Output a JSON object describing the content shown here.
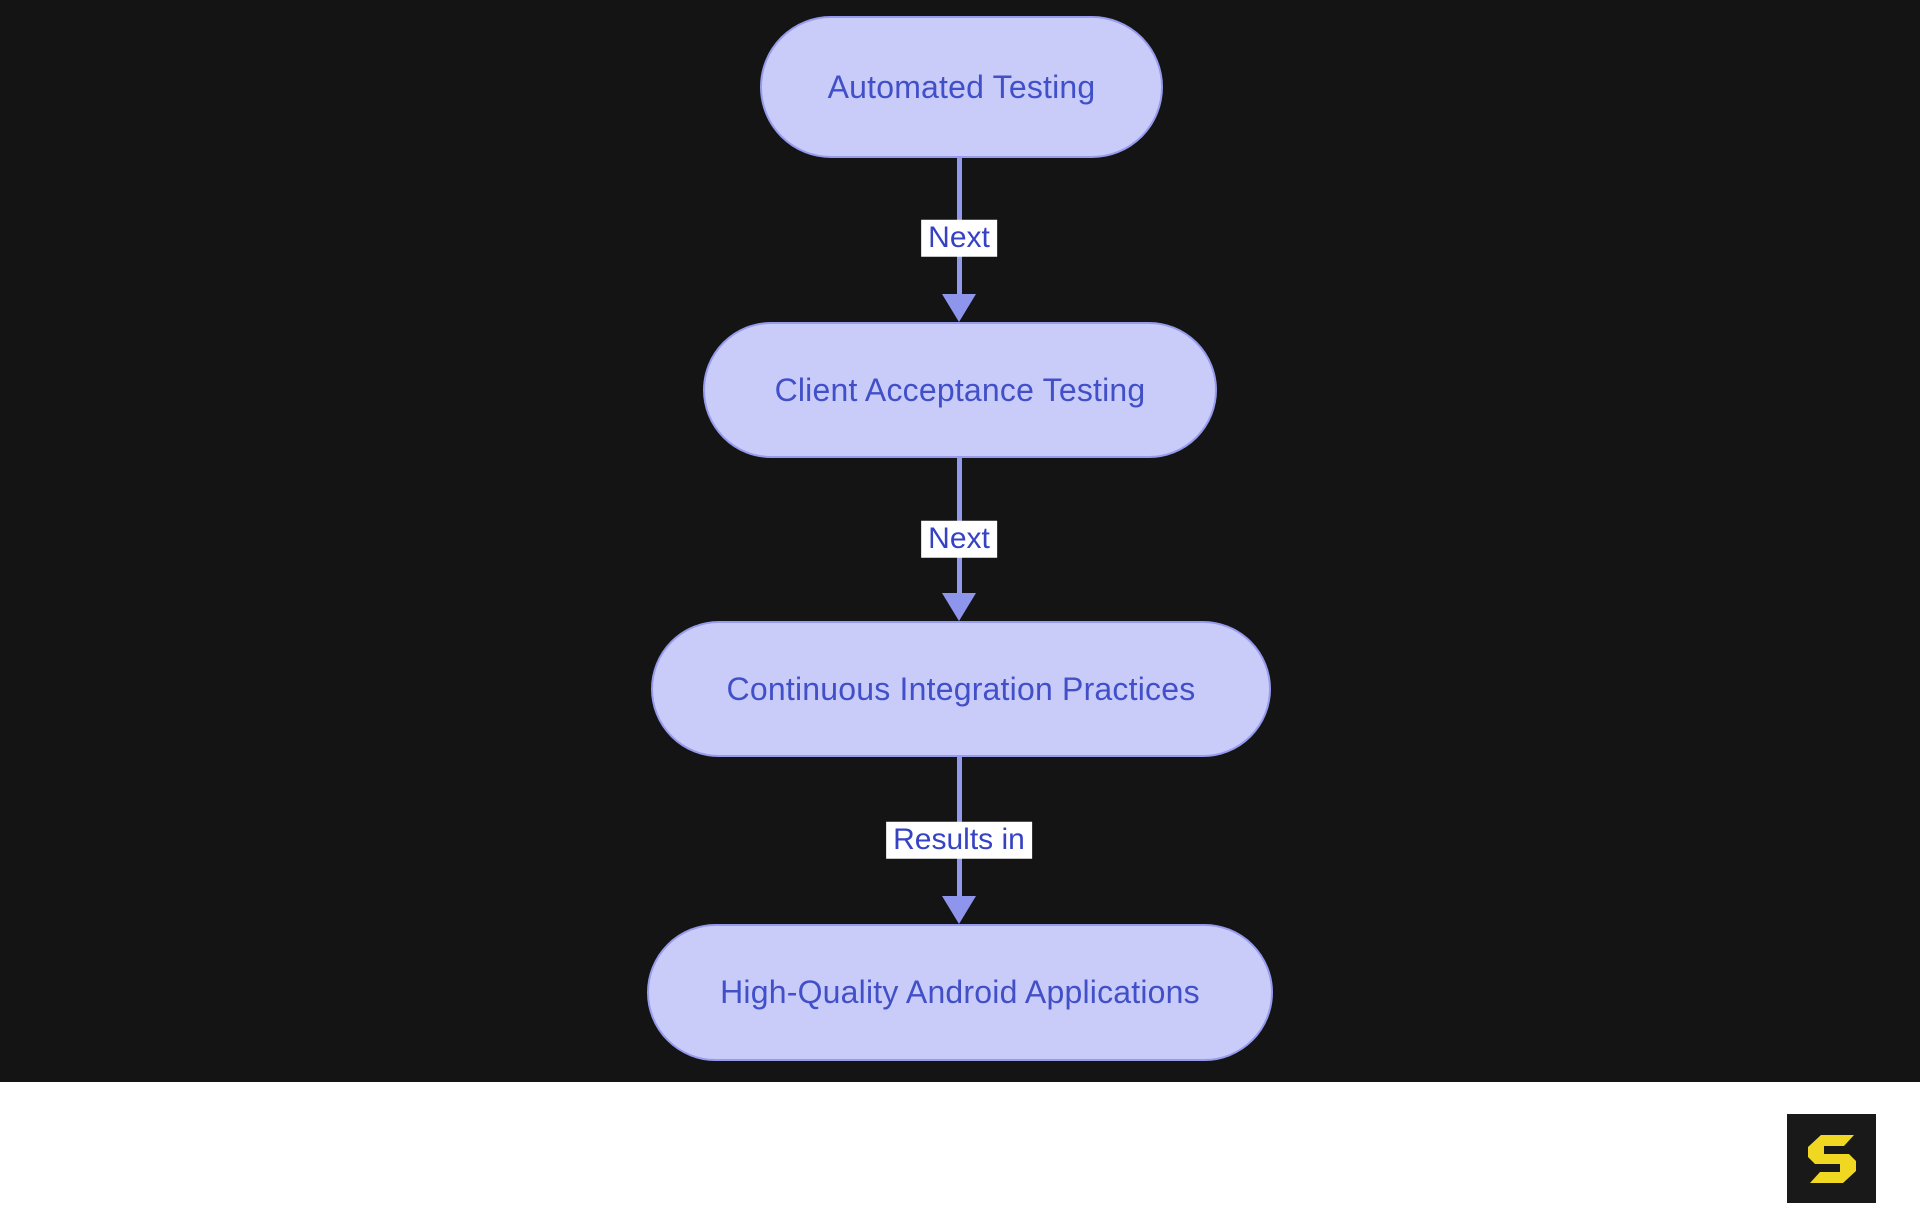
{
  "flowchart": {
    "nodes": [
      {
        "label": "Automated Testing"
      },
      {
        "label": "Client Acceptance Testing"
      },
      {
        "label": "Continuous Integration Practices"
      },
      {
        "label": "High-Quality Android Applications"
      }
    ],
    "edges": [
      {
        "from": "Automated Testing",
        "to": "Client Acceptance Testing",
        "label": "Next"
      },
      {
        "from": "Client Acceptance Testing",
        "to": "Continuous Integration Practices",
        "label": "Next"
      },
      {
        "from": "Continuous Integration Practices",
        "to": "High-Quality Android Applications",
        "label": "Results in"
      }
    ]
  },
  "footer": {
    "brand_logo_icon": "s-logo"
  },
  "colors": {
    "canvas_background": "#141414",
    "node_fill": "#c9cbf8",
    "node_border": "#969bee",
    "node_text": "#4150c8",
    "edge_line": "#9399ee",
    "edge_arrowhead": "#8e95ed",
    "edge_label_text": "#3642c4",
    "edge_label_background": "#ffffff",
    "footer_background": "#ffffff",
    "logo_background": "#191919",
    "logo_glyph": "#f0d722"
  }
}
